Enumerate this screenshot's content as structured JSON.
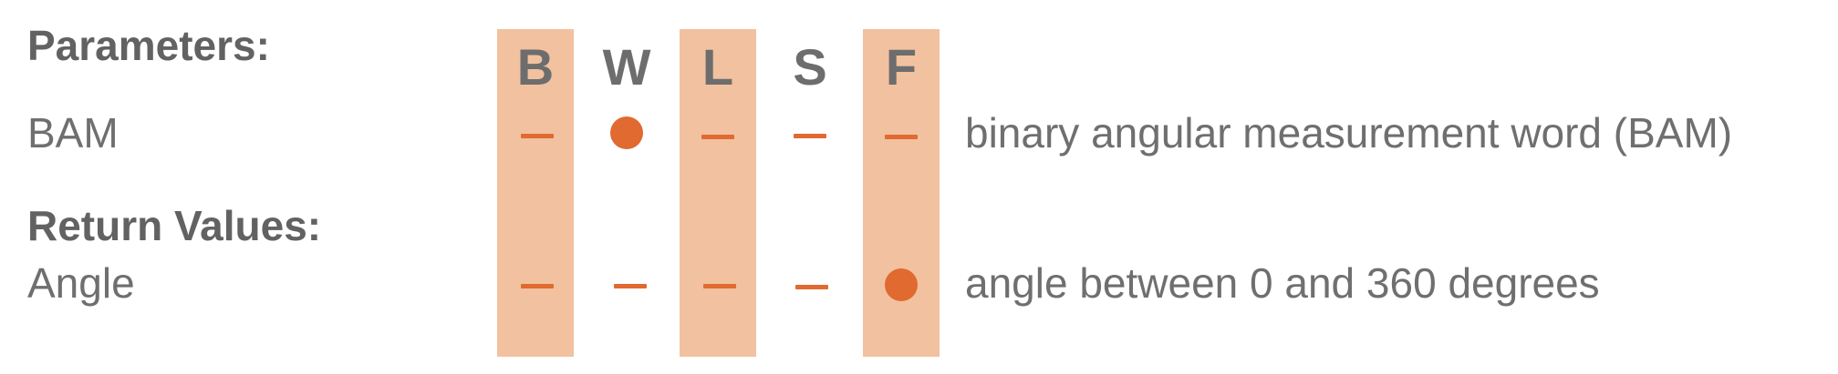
{
  "headings": {
    "parameters": "Parameters:",
    "return_values": "Return Values:"
  },
  "columns": [
    {
      "key": "B",
      "label": "B",
      "highlighted": true
    },
    {
      "key": "W",
      "label": "W",
      "highlighted": false
    },
    {
      "key": "L",
      "label": "L",
      "highlighted": true
    },
    {
      "key": "S",
      "label": "S",
      "highlighted": false
    },
    {
      "key": "F",
      "label": "F",
      "highlighted": true
    }
  ],
  "rows": [
    {
      "label": "BAM",
      "marks": [
        "dash",
        "dot",
        "dash",
        "dash",
        "dash"
      ],
      "description": "binary angular measurement word (BAM)"
    },
    {
      "label": "Angle",
      "marks": [
        "dash",
        "dash",
        "dash",
        "dash",
        "dot"
      ],
      "description": "angle between 0 and 360 degrees"
    }
  ],
  "colors": {
    "band": "#f2c19f",
    "mark": "#e06a30",
    "text": "#6f6f6f"
  }
}
